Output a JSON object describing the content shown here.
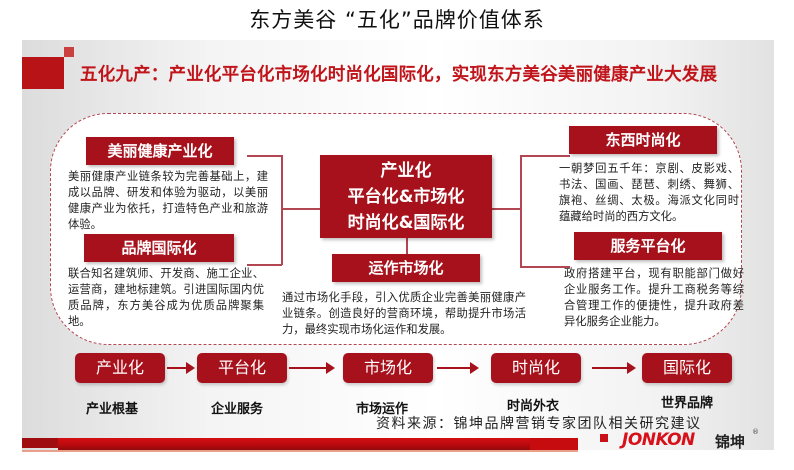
{
  "title": "东方美谷 “五化”品牌价值体系",
  "headline": "五化九产：产业化平台化市场化时尚化国际化，实现东方美谷美丽健康产业大发展",
  "center": {
    "lines": [
      "产业化",
      "平台化&市场化",
      "时尚化&国际化"
    ]
  },
  "blocks": {
    "beauty_health": {
      "label": "美丽健康产业化",
      "text": "美丽健康产业链条较为完善基础上，建成以品牌、研发和体验为驱动，以美丽健康产业为依托，打造特色产业和旅游体验。"
    },
    "brand_international": {
      "label": "品牌国际化",
      "text": "联合知名建筑师、开发商、施工企业、运营商，建地标建筑。引进国际国内优质品牌，东方美谷成为优质品牌聚集地。"
    },
    "market_operation": {
      "label": "运作市场化",
      "text": "通过市场化手段，引入优质企业完善美丽健康产业链条。创造良好的营商环境，帮助提升市场活力，最终实现市场化运作和发展。"
    },
    "east_west_fashion": {
      "label": "东西时尚化",
      "text": "一朝梦回五千年：京剧、皮影戏、书法、国画、琵琶、刺绣、舞狮、旗袍、丝绸、太极。海派文化同时蕴藏给时尚的西方文化。"
    },
    "service_platform": {
      "label": "服务平台化",
      "text": "政府搭建平台，现有职能部门做好企业服务工作。提升工商税务等综合管理工作的便捷性，提升政府差异化服务企业能力。"
    }
  },
  "flow": {
    "steps": [
      {
        "label": "产业化",
        "caption": "产业根基"
      },
      {
        "label": "平台化",
        "caption": "企业服务"
      },
      {
        "label": "市场化",
        "caption": "市场运作"
      },
      {
        "label": "时尚化",
        "caption": "时尚外衣"
      },
      {
        "label": "国际化",
        "caption": "世界品牌"
      }
    ]
  },
  "source": "资料来源：锦坤品牌营销专家团队相关研究建议",
  "logo": {
    "latin": "JONKON",
    "chinese": "锦坤",
    "reg": "®"
  },
  "colors": {
    "primary_red": "#a6111c",
    "headline_red": "#c0141a",
    "line_red": "#b24652"
  }
}
